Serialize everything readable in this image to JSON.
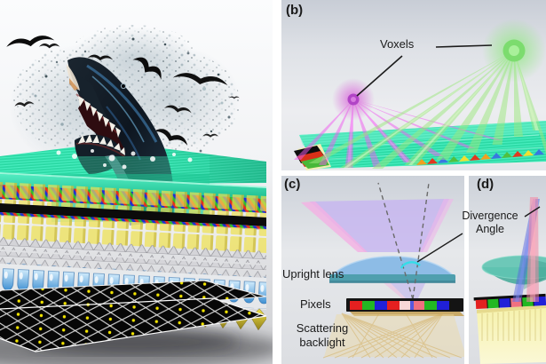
{
  "panels": {
    "b": {
      "label": "(b)",
      "voxels_label": "Voxels"
    },
    "c": {
      "label": "(c)",
      "lens_label": "Upright lens",
      "pixels_label": "Pixels",
      "backlight_label": "Scattering backlight"
    },
    "d": {
      "label": "(d)",
      "divergence_label": "Divergence Angle"
    }
  },
  "colors": {
    "label_text": "#1a1a1a",
    "voxel_green": "#7cdc6e",
    "voxel_green_beam": "#9ce87d",
    "voxel_magenta": "#b144c6",
    "voxel_magenta_beam": "#ef5cef",
    "display_teal": "#2fe2ae",
    "cone_purple": "#c5b4f0",
    "cone_pink_edge": "#f4b0e4",
    "lens_blue": "#85b9e5",
    "lens_teal": "#5fc4b2",
    "divergence_arc": "#35dde8",
    "pixel_red": "#e42020",
    "pixel_green": "#22b822",
    "pixel_blue": "#2020d8",
    "pixel_pink": "#f07080",
    "backlight_gold": "#d2ad5e",
    "backlight_yellow": "#f6f2ac"
  }
}
